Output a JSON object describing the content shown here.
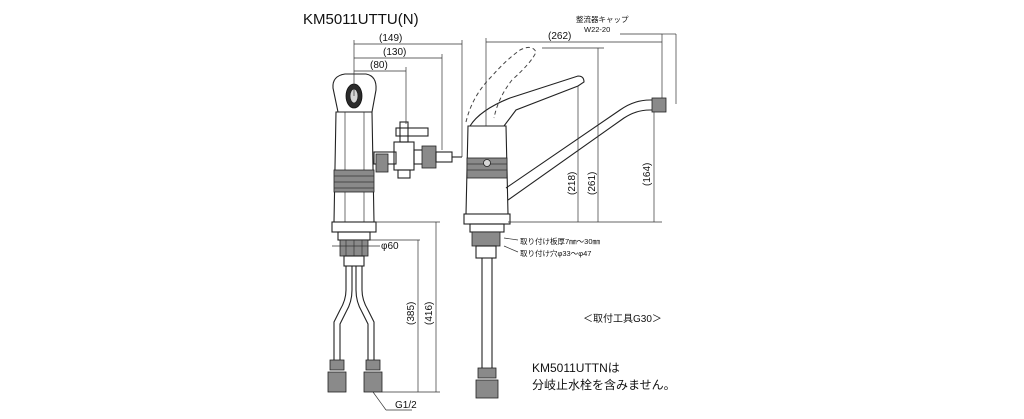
{
  "title": "KM5011UTTU(N)",
  "dimensions": {
    "width_149": "(149)",
    "width_130": "(130)",
    "width_80": "(80)",
    "diameter_60": "φ60",
    "height_385": "(385)",
    "height_416": "(416)",
    "width_262": "(262)",
    "height_218": "(218)",
    "height_261": "(261)",
    "height_164": "(164)",
    "thread": "G1/2"
  },
  "labels": {
    "aerator_cap": "整流器キャップ",
    "aerator_code": "W22-20",
    "mount_thickness": "取り付け板厚7㎜～30㎜",
    "mount_hole": "取り付け穴φ33～φ47",
    "tool": "＜取付工具G30＞"
  },
  "note": {
    "line1": "KM5011UTTNは",
    "line2": "分岐止水栓を含みません。"
  }
}
